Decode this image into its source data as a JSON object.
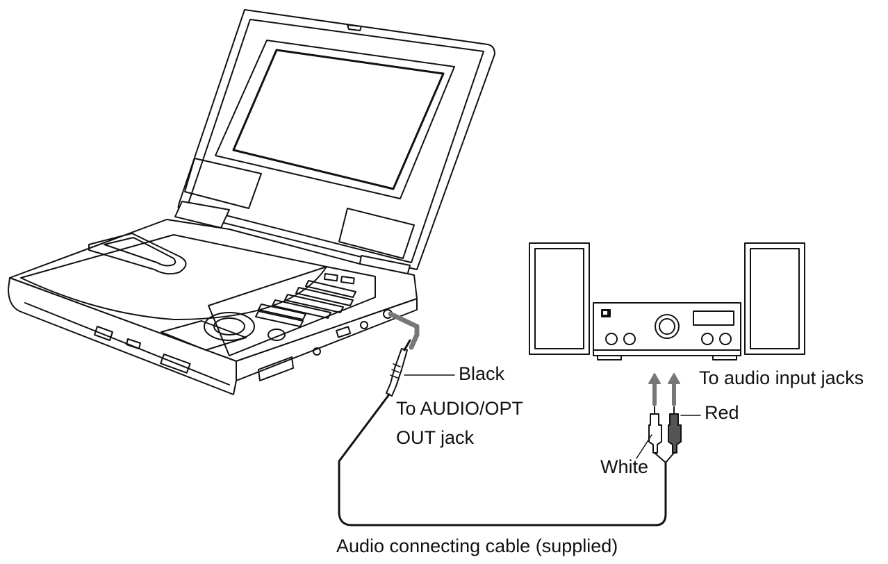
{
  "labels": {
    "black": "Black",
    "audio_opt_line1": "To AUDIO/OPT",
    "audio_opt_line2": "OUT jack",
    "audio_input": "To audio input jacks",
    "red": "Red",
    "white": "White",
    "cable": "Audio connecting cable (supplied)"
  },
  "colors": {
    "line": "#111111",
    "gray": "#777777",
    "background": "#ffffff"
  }
}
